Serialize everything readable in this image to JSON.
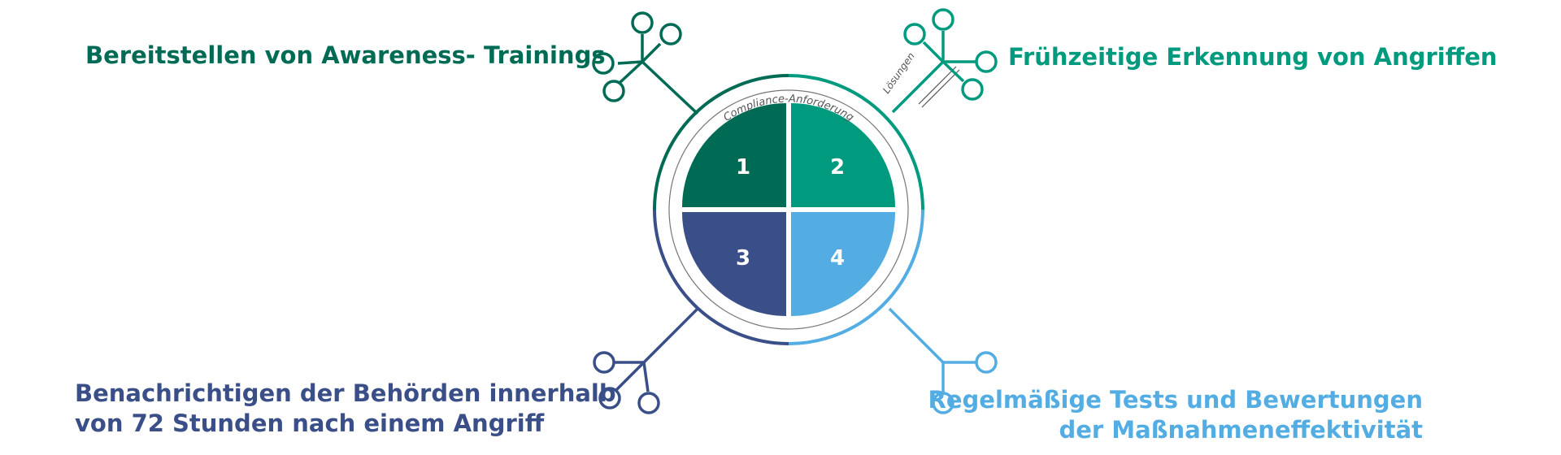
{
  "ring_labels": {
    "outer": "Compliance-Anforderung",
    "side": "Lösungen"
  },
  "quadrants": [
    {
      "number": "1",
      "label_lines": [
        "Bereitstellen von Awareness- Trainings"
      ],
      "color": "#006b55"
    },
    {
      "number": "2",
      "label_lines": [
        "Frühzeitige Erkennung von Angriffen"
      ],
      "color": "#009a7e"
    },
    {
      "number": "3",
      "label_lines": [
        "Benachrichtigen der Behörden innerhalb",
        "von 72 Stunden nach einem Angriff"
      ],
      "color": "#3a4f88"
    },
    {
      "number": "4",
      "label_lines": [
        "Regelmäßige Tests und Bewertungen",
        "der Maßnahmeneffektivität"
      ],
      "color": "#53ade3"
    }
  ]
}
